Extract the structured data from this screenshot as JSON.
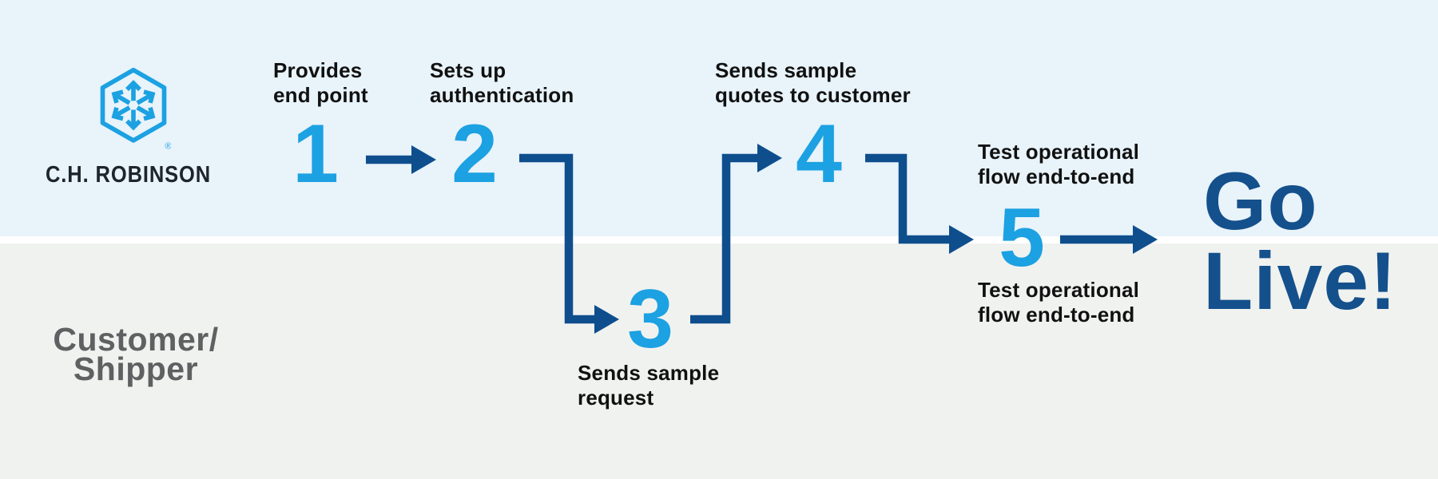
{
  "diagram_type": "swimlane-process-flow",
  "colors": {
    "lane_top_bg": "#E8F3FA",
    "lane_bottom_bg": "#F0F2F0",
    "lane_divider": "#FFFFFF",
    "accent_light_blue": "#1CA1E2",
    "arrow_navy": "#0E4E8D",
    "go_live_navy": "#14508C",
    "step_label_text": "#111111",
    "customer_label_gray": "#5F6062",
    "wordmark_color": "#1E242B"
  },
  "lanes": {
    "chr": {
      "name": "C.H. ROBINSON",
      "registered_mark": "®",
      "logo_icon": "chr-hexagon-arrows-logo"
    },
    "customer": {
      "name_lines": [
        "Customer/",
        "Shipper"
      ]
    }
  },
  "steps": [
    {
      "number": "1",
      "actor": "chr",
      "label_lines": [
        "Provides",
        "end point"
      ]
    },
    {
      "number": "2",
      "actor": "chr",
      "label_lines": [
        "Sets up",
        "authentication"
      ]
    },
    {
      "number": "3",
      "actor": "customer",
      "label_lines": [
        "Sends sample",
        "request"
      ]
    },
    {
      "number": "4",
      "actor": "chr",
      "label_lines": [
        "Sends sample",
        "quotes to customer"
      ]
    },
    {
      "number": "5",
      "actor": "both",
      "label_top_lines": [
        "Test operational",
        "flow end-to-end"
      ],
      "label_bottom_lines": [
        "Test operational",
        "flow end-to-end"
      ]
    }
  ],
  "final": {
    "lines": [
      "Go",
      "Live!"
    ]
  }
}
